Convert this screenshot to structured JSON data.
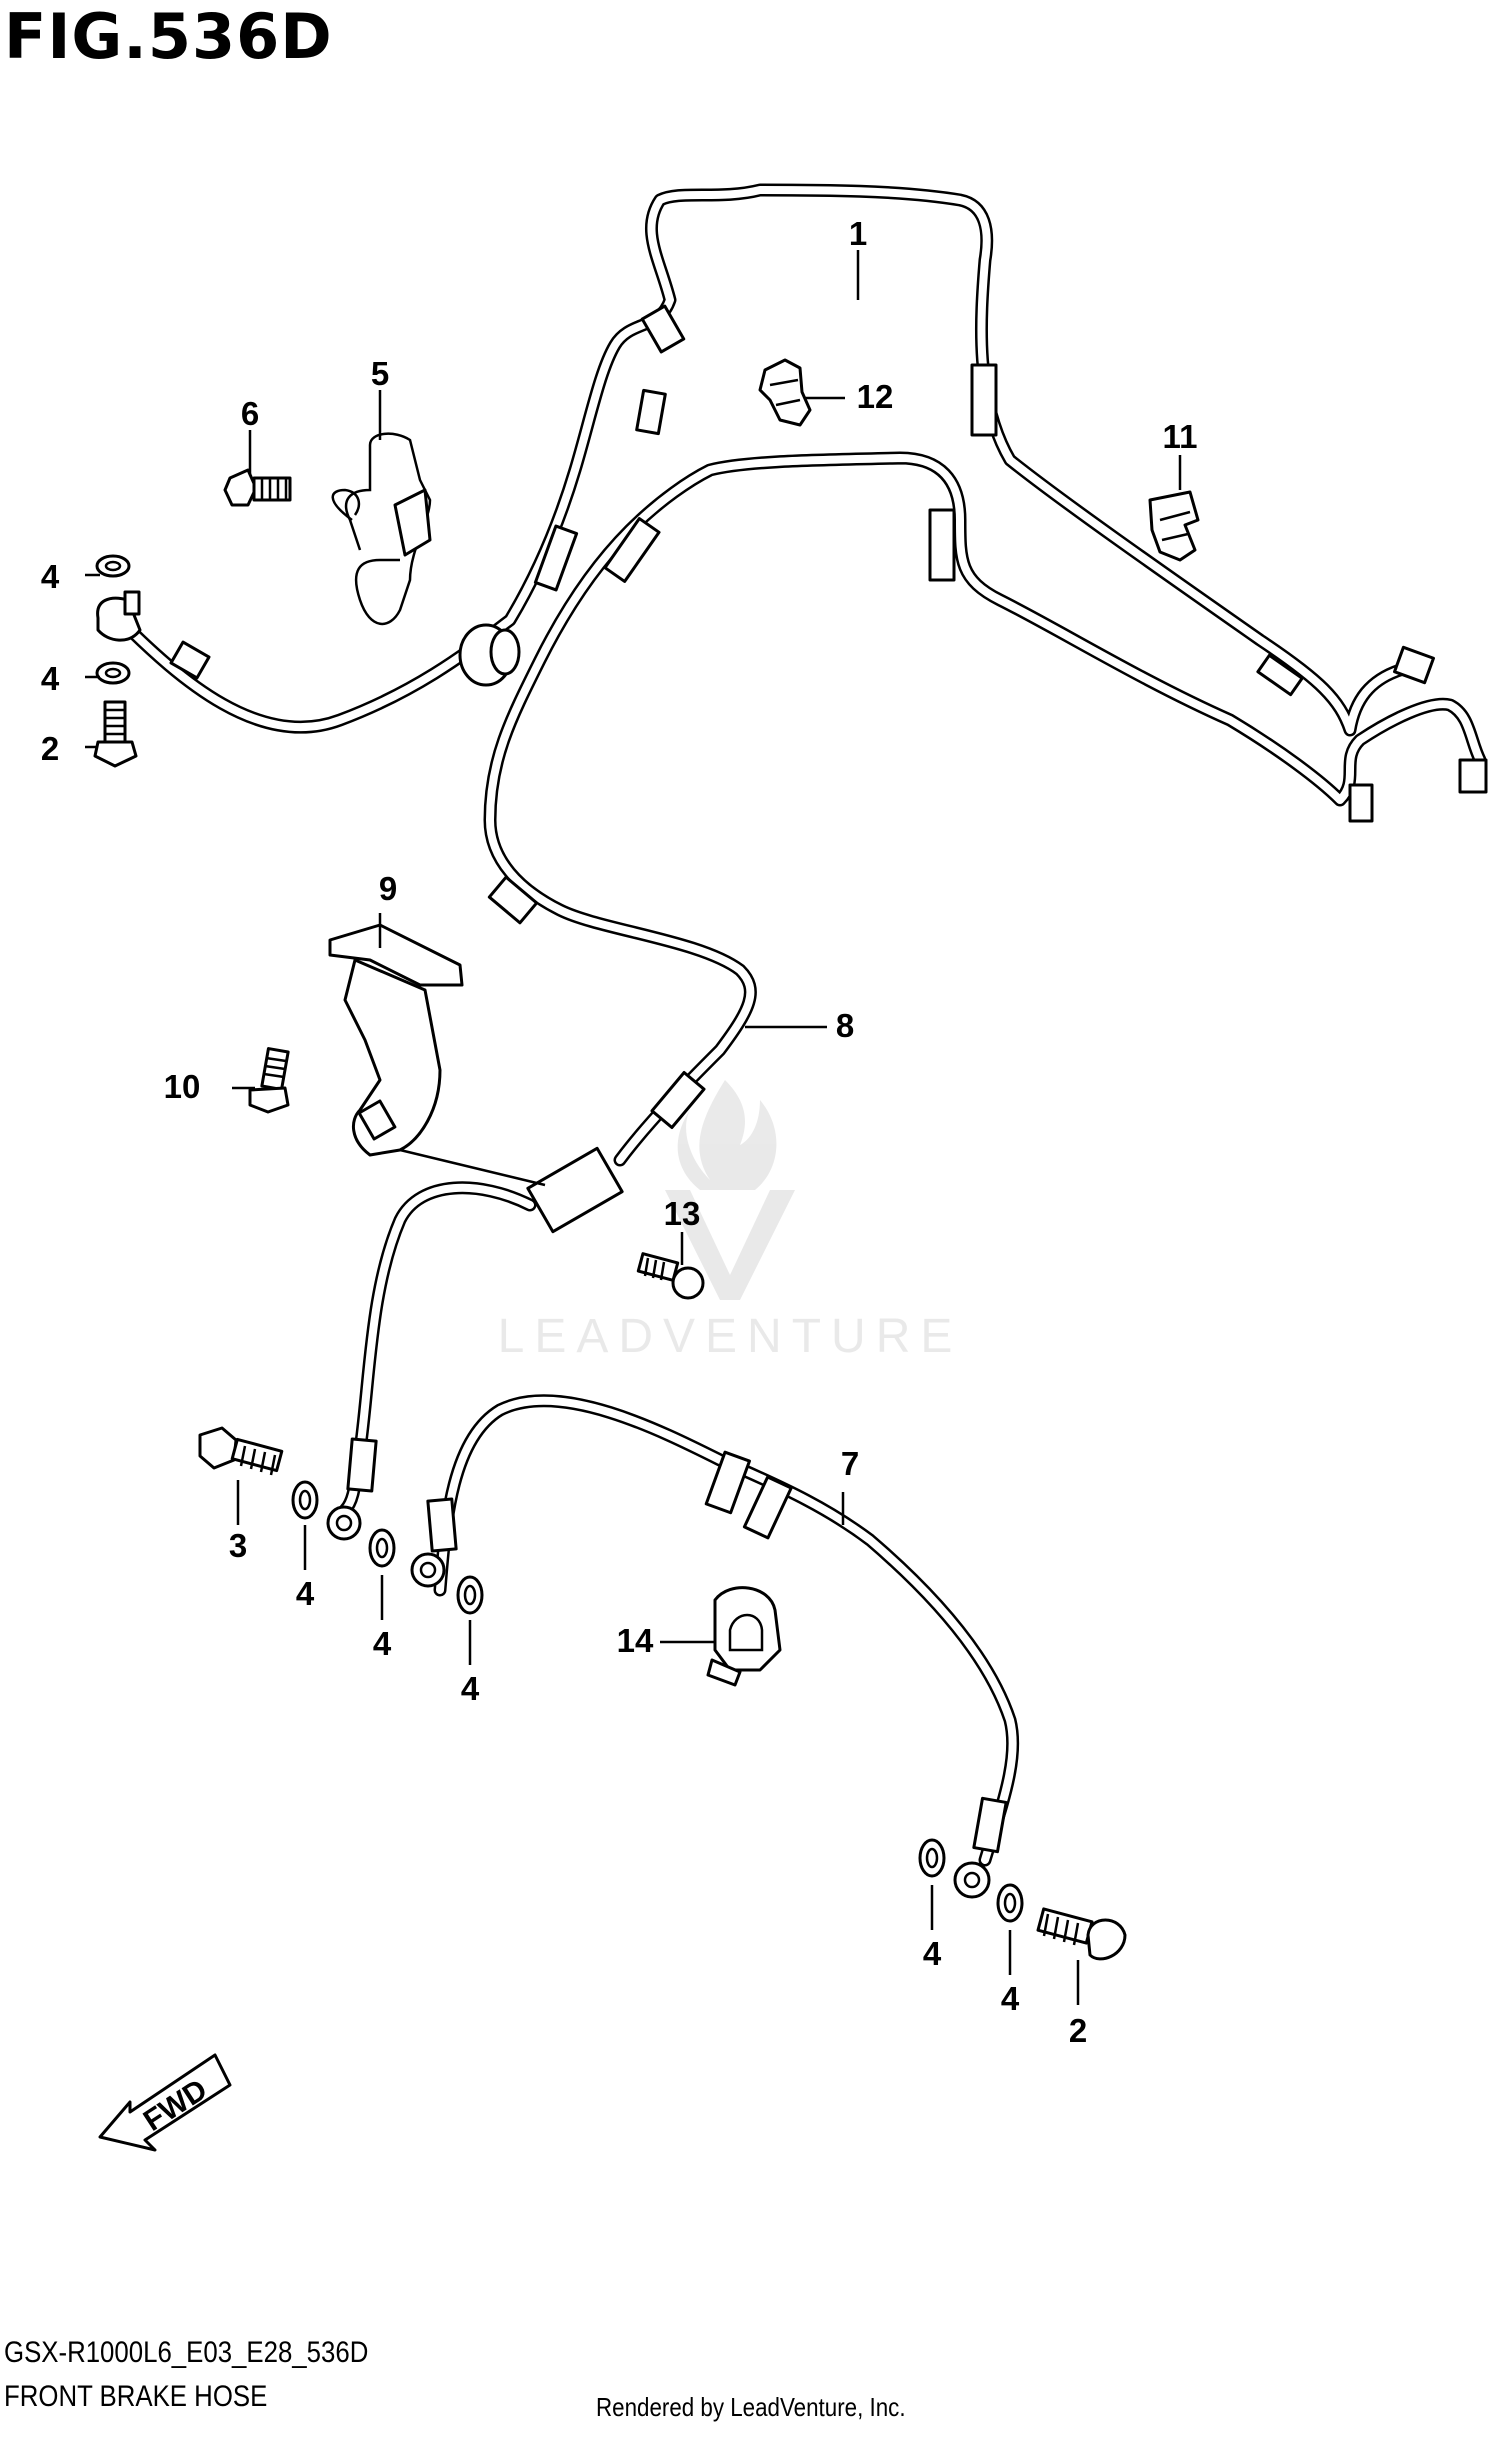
{
  "figure": {
    "title": "FIG.536D",
    "model_code": "GSX-R1000L6_E03_E28_536D",
    "name": "FRONT BRAKE HOSE",
    "credit": "Rendered by LeadVenture, Inc.",
    "watermark": "LEADVENTURE",
    "direction_label": "FWD"
  },
  "callouts": [
    "1",
    "2",
    "2",
    "3",
    "4",
    "4",
    "4",
    "4",
    "4",
    "4",
    "4",
    "5",
    "6",
    "7",
    "8",
    "9",
    "10",
    "11",
    "12",
    "13",
    "14"
  ]
}
